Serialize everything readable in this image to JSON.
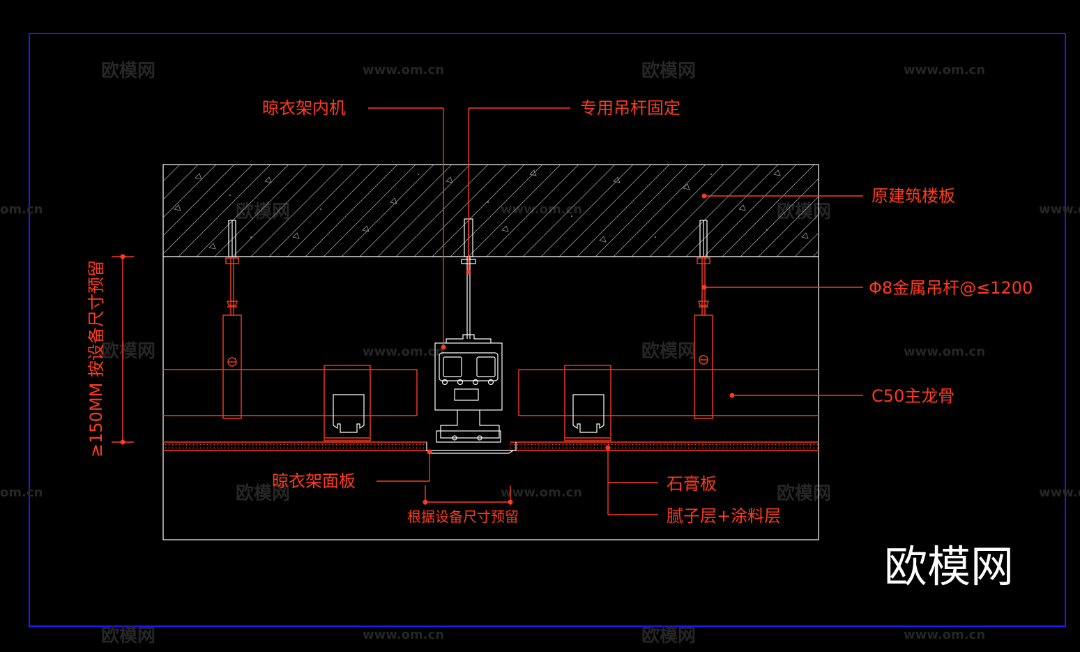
{
  "labels": {
    "inner_unit": "晾衣架内机",
    "hanger_fixed": "专用吊杆固定",
    "floor_slab": "原建筑楼板",
    "metal_rod": "Φ8金属吊杆@≤1200",
    "main_keel": "C50主龙骨",
    "panel": "晾衣架面板",
    "gypsum": "石膏板",
    "putty": "腻子层+涂料层",
    "reserve_device": "根据设备尺寸预留",
    "reserve_height": "≥150MM 按设备尺寸预留"
  },
  "watermarks": {
    "brand_cn": "欧模网",
    "url": "www.om.cn",
    "url_cropped": "om.cn",
    "url_cropped_right": "www.o"
  },
  "brand": {
    "text": "欧模网"
  },
  "colors": {
    "annotation": "#ff3b1f",
    "frame": "#1a1aff",
    "outline": "#ffffff",
    "background": "#000000"
  }
}
